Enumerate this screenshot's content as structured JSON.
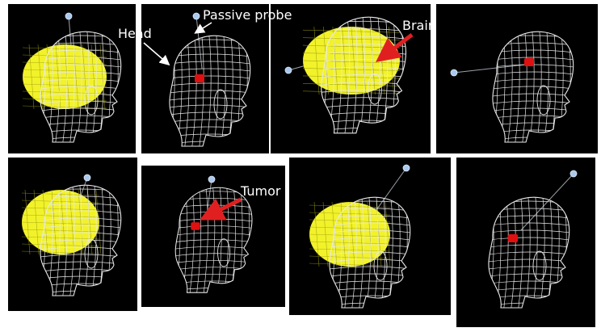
{
  "labels": {
    "head": "Head",
    "passive_probe": "Passive probe",
    "brain": "Brain",
    "tumor": "Tumor"
  },
  "colors": {
    "background": "#000000",
    "wireframe": "#e8e8e8",
    "brain": "#f2f22a",
    "tumor": "#e01010",
    "arrow_red": "#e02020",
    "arrow_white": "#ffffff",
    "probe_tip": "#a9c9ef"
  },
  "panels": [
    {
      "name": "panel-1",
      "brain_shown": true,
      "tumor_shown": false
    },
    {
      "name": "panel-2",
      "brain_shown": false,
      "tumor_shown": true
    },
    {
      "name": "panel-3",
      "brain_shown": true,
      "tumor_shown": false
    },
    {
      "name": "panel-4",
      "brain_shown": false,
      "tumor_shown": true
    },
    {
      "name": "panel-5",
      "brain_shown": true,
      "tumor_shown": false
    },
    {
      "name": "panel-6",
      "brain_shown": false,
      "tumor_shown": true
    },
    {
      "name": "panel-7",
      "brain_shown": true,
      "tumor_shown": false
    },
    {
      "name": "panel-8",
      "brain_shown": false,
      "tumor_shown": true
    }
  ]
}
